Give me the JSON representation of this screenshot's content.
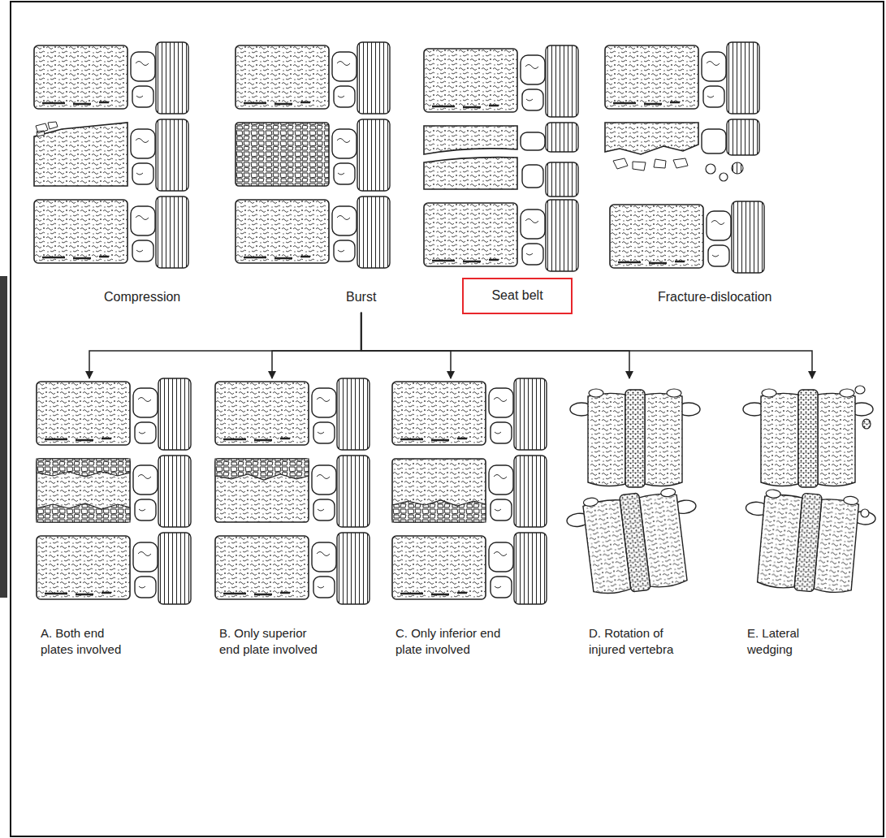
{
  "diagram": {
    "nodes": [
      {
        "text": [
          "Burst"
        ]
      },
      {
        "text": [
          "Seat belt"
        ]
      },
      {
        "text": [
          "A. Both end plates involved"
        ]
      },
      {
        "text": [
          "B. Only superior end plate involved"
        ]
      },
      {
        "text": [
          "C. Only inferior end plate involved"
        ]
      },
      {
        "text": [
          "D. Rotation of injured vertebra"
        ]
      },
      {
        "text": [
          "E. Lateral wedging"
        ]
      }
    ],
    "edges": [
      {
        "from": 0,
        "to": 2,
        "arrow": "to"
      },
      {
        "from": 0,
        "to": 3,
        "arrow": "to"
      },
      {
        "from": 0,
        "to": 4,
        "arrow": "to"
      },
      {
        "from": 0,
        "to": 5,
        "arrow": "to"
      },
      {
        "from": 0,
        "to": 6,
        "arrow": "to"
      }
    ],
    "labels": [
      "Compression",
      "Fracture-dislocation"
    ]
  }
}
